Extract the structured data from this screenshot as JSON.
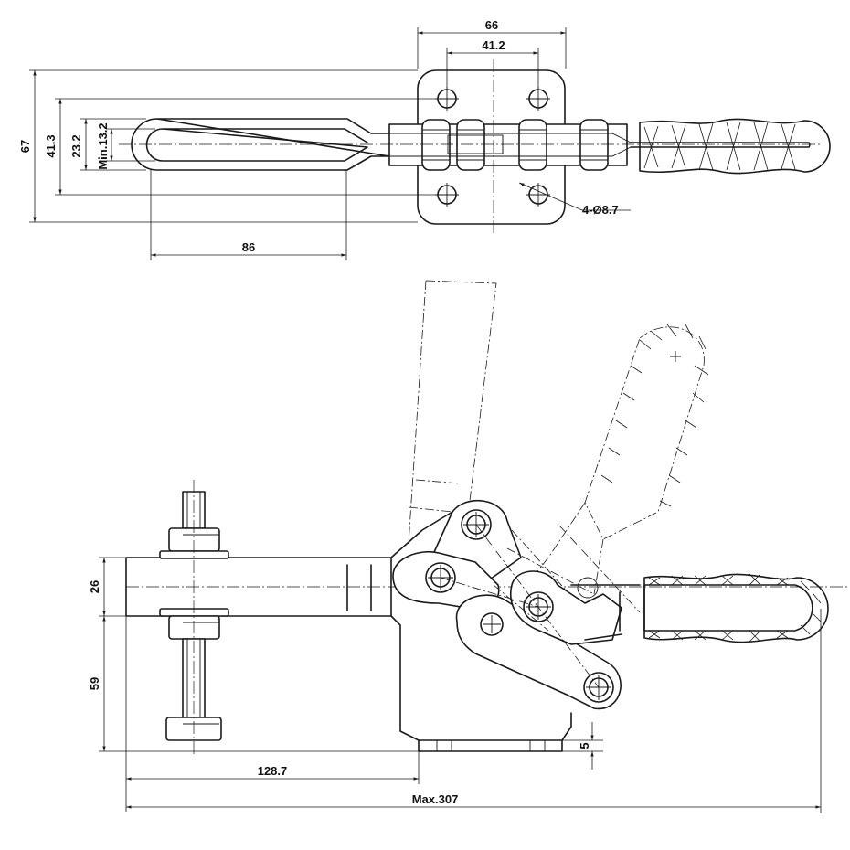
{
  "dimensions": {
    "top_width": "66",
    "hole_spacing_x": "41.2",
    "overall_height": "67",
    "hole_spacing_y": "41.3",
    "handle_width": "23.2",
    "min_opening": "Min.13.2",
    "hole_callout": "4-Ø8.7",
    "handle_length": "86",
    "bar_thickness": "26",
    "spindle_height": "59",
    "base_thickness": "5",
    "reach": "128.7",
    "overall_length": "Max.307"
  }
}
